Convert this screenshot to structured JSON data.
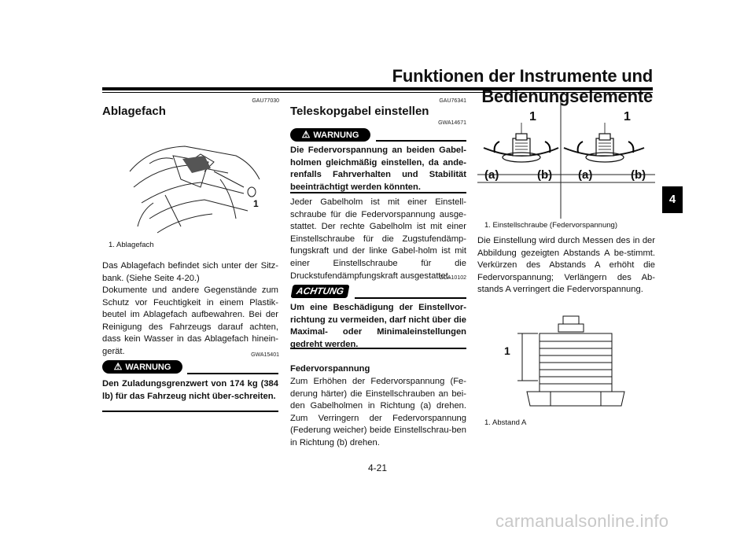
{
  "header": {
    "title": "Funktionen der Instrumente und Bedienungselemente",
    "chapter": "4"
  },
  "col1": {
    "code1": "GAU77030",
    "heading": "Ablagefach",
    "fig_label": "1",
    "caption": "1. Ablagefach",
    "para": "Das Ablagefach befindet sich unter der Sitz-bank. (Siehe Seite 4-20.)",
    "para2": "Dokumente und andere Gegenstände zum Schutz vor Feuchtigkeit in einem Plastik-beutel im Ablagefach aufbewahren. Bei der Reinigung des Fahrzeugs darauf achten, dass kein Wasser in das Ablagefach hinein-gerät.",
    "code2": "GWA15401",
    "warning_label": "WARNUNG",
    "warning_text": "Den Zuladungsgrenzwert von 174 kg (384 lb) für das Fahrzeug nicht über-schreiten."
  },
  "col2": {
    "code1": "GAU76341",
    "heading": "Teleskopgabel einstellen",
    "code2": "GWA14671",
    "warning_label": "WARNUNG",
    "warning_text": "Die Federvorspannung an beiden Gabel-holmen gleichmäßig einstellen, da ande-renfalls Fahrverhalten und Stabilität beeinträchtigt werden könnten.",
    "para": "Jeder Gabelholm ist mit einer Einstell-schraube für die Federvorspannung ausge-stattet. Der rechte Gabelholm ist mit einer Einstellschraube für die Zugstufendämp-fungskraft und der linke Gabel-holm ist mit einer Einstellschraube für die Druckstufendämpfungskraft ausgestattet.",
    "code3": "GCA10102",
    "achtung_label": "ACHTUNG",
    "achtung_text": "Um eine Beschädigung der Einstellvor-richtung zu vermeiden, darf nicht über die Maximal- oder Minimaleinstellungen gedreht werden.",
    "subheading": "Federvorspannung",
    "para2": "Zum Erhöhen der Federvorspannung (Fe-derung härter) die Einstellschrauben an bei-den Gabelholmen in Richtung (a) drehen. Zum Verringern der Federvorspannung (Federung weicher) beide Einstellschrau-ben in Richtung (b) drehen."
  },
  "col3": {
    "fig1_labels": {
      "one": "1",
      "a": "(a)",
      "b": "(b)"
    },
    "caption1": "1. Einstellschraube (Federvorspannung)",
    "para": "Die Einstellung wird durch Messen des in der Abbildung gezeigten Abstands A be-stimmt. Verkürzen des Abstands A erhöht die Federvorspannung; Verlängern des Ab-stands A verringert die Federvorspannung.",
    "fig2_label": "1",
    "caption2": "1. Abstand A"
  },
  "footer": {
    "page": "4-21",
    "watermark": "carmanualsonline.info"
  }
}
